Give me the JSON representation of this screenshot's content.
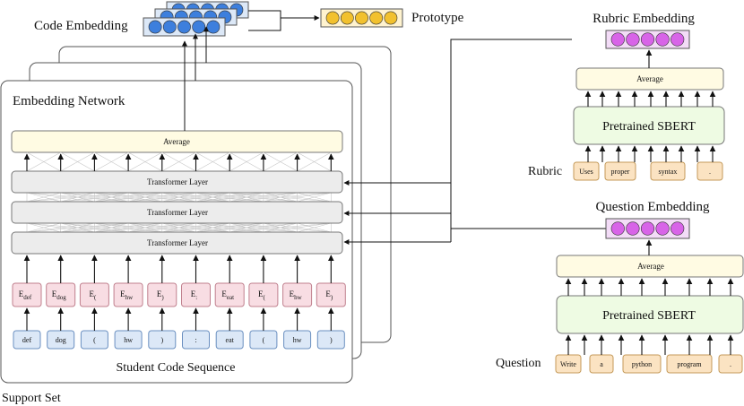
{
  "labels": {
    "code_embedding": "Code Embedding",
    "prototype": "Prototype",
    "rubric_embedding": "Rubric Embedding",
    "question_embedding": "Question Embedding",
    "embedding_network": "Embedding Network",
    "average": "Average",
    "transformer_layer": "Transformer Layer",
    "student_code_sequence": "Student Code Sequence",
    "support_set": "Support Set",
    "pretrained_sbert": "Pretrained SBERT",
    "rubric": "Rubric",
    "question": "Question"
  },
  "embeddings": [
    {
      "base": "E",
      "sub": "def"
    },
    {
      "base": "E",
      "sub": "dog"
    },
    {
      "base": "E",
      "sub": "("
    },
    {
      "base": "E",
      "sub": "hw"
    },
    {
      "base": "E",
      "sub": ")"
    },
    {
      "base": "E",
      "sub": ":"
    },
    {
      "base": "E",
      "sub": "eat"
    },
    {
      "base": "E",
      "sub": "("
    },
    {
      "base": "E",
      "sub": "hw"
    },
    {
      "base": "E",
      "sub": ")"
    }
  ],
  "code_tokens": [
    "def",
    "dog",
    "(",
    "hw",
    ")",
    ":",
    "eat",
    "(",
    "hw",
    ")"
  ],
  "rubric_tokens": [
    "Uses",
    "proper",
    "syntax",
    "."
  ],
  "question_tokens": [
    "Write",
    "a",
    "python",
    "program",
    "."
  ],
  "colors": {
    "blue_dot": "#3d7fdd",
    "yellow_dot": "#f2c12e",
    "purple_dot": "#d864e8",
    "average_fill": "#fffbe3",
    "transformer_fill": "#ececec",
    "sbert_fill": "#eefbe3",
    "embedding_fill": "#f8dde3",
    "token_fill": "#dce8f7",
    "nl_token_fill": "#fbe3c2"
  }
}
